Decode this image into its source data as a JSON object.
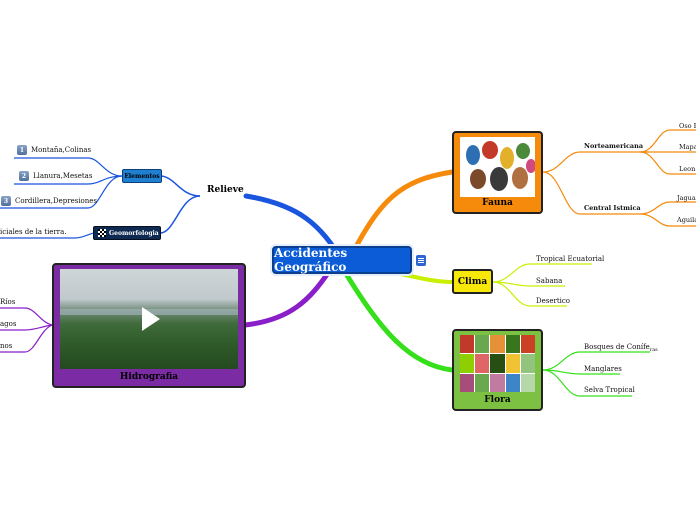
{
  "central": {
    "label": "Accidentes Geográfico"
  },
  "relieve": {
    "label": "Relieve",
    "elementos": {
      "label": "Elementos",
      "items": [
        {
          "num": "1",
          "label": "Montaña,Colinas"
        },
        {
          "num": "2",
          "label": "Llanura,Mesetas"
        },
        {
          "num": "3",
          "label": "Cordillera,Depresiones"
        }
      ]
    },
    "geomorfologia": {
      "label": "Geomorfologia",
      "item": "iciales de la tierra."
    }
  },
  "hidrografia": {
    "label": "Hidrografia",
    "items": [
      "Ríos",
      "agos",
      "nos"
    ]
  },
  "fauna": {
    "label": "Fauna",
    "norteamericana": {
      "label": "Norteamericana",
      "items": [
        "Oso P",
        "Mapa",
        "Leon"
      ]
    },
    "central_istmica": {
      "label": "Central Istmica",
      "items": [
        "Jaguar",
        "Aguila"
      ]
    }
  },
  "clima": {
    "label": "Clima",
    "items": [
      "Tropical Ecuatorial",
      "Sabana",
      "Desertico"
    ]
  },
  "flora": {
    "label": "Flora",
    "items": [
      "Bosques de Conífe",
      "Manglares",
      "Selva Tropical"
    ],
    "first_suffix": "ras"
  },
  "colors": {
    "relieve": "#1a55e0",
    "hidrografia": "#8a1fc9",
    "fauna": "#f58a0b",
    "clima": "#c8f000",
    "flora": "#35e01a",
    "central": "#0b5cd6"
  }
}
